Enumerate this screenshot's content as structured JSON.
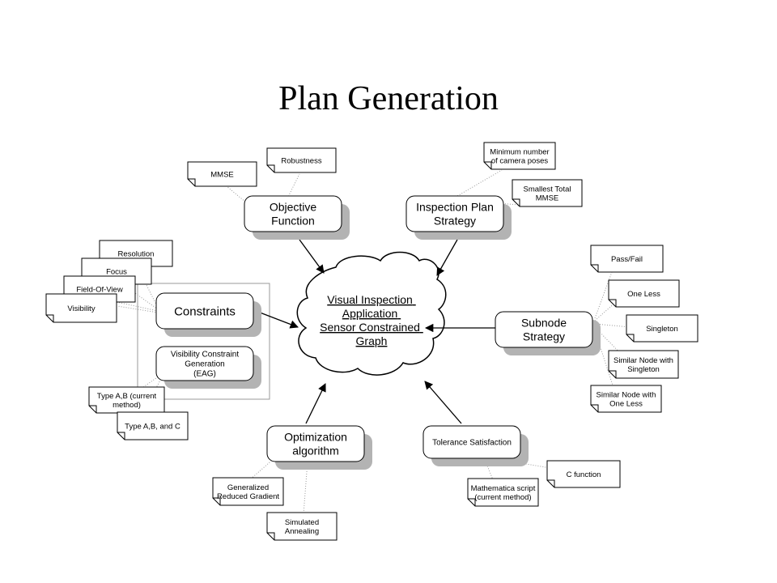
{
  "title": "Plan Generation",
  "center": {
    "lines": [
      "Visual Inspection",
      "Application",
      "Sensor Constrained",
      "Graph"
    ]
  },
  "main_nodes": {
    "objective": [
      "Objective",
      "Function"
    ],
    "inspection": [
      "Inspection Plan",
      "Strategy"
    ],
    "constraints": [
      "Constraints"
    ],
    "visibility_gen": [
      "Visibility Constraint",
      "Generation",
      "(EAG)"
    ],
    "subnode": [
      "Subnode",
      "Strategy"
    ],
    "optimization": [
      "Optimization",
      "algorithm"
    ],
    "tolerance": [
      "Tolerance Satisfaction"
    ]
  },
  "notes": {
    "mmse": [
      "MMSE"
    ],
    "robustness": [
      "Robustness"
    ],
    "min_poses": [
      "Minimum number",
      "of camera poses"
    ],
    "smallest_mmse": [
      "Smallest Total",
      "MMSE"
    ],
    "resolution": [
      "Resolution"
    ],
    "focus": [
      "Focus"
    ],
    "fov": [
      "Field-Of-View"
    ],
    "visibility": [
      "Visibility"
    ],
    "type_ab": [
      "Type A,B (current",
      "method)"
    ],
    "type_abc": [
      "Type A,B, and C"
    ],
    "pass_fail": [
      "Pass/Fail"
    ],
    "one_less": [
      "One Less"
    ],
    "singleton": [
      "Singleton"
    ],
    "similar_singleton": [
      "Similar Node with",
      "Singleton"
    ],
    "similar_one_less": [
      "Similar Node with",
      "One Less"
    ],
    "grg": [
      "Generalized",
      "Reduced Gradient"
    ],
    "annealing": [
      "Simulated",
      "Annealing"
    ],
    "c_function": [
      "C function"
    ],
    "mathematica": [
      "Mathematica script",
      "(current method)"
    ]
  }
}
